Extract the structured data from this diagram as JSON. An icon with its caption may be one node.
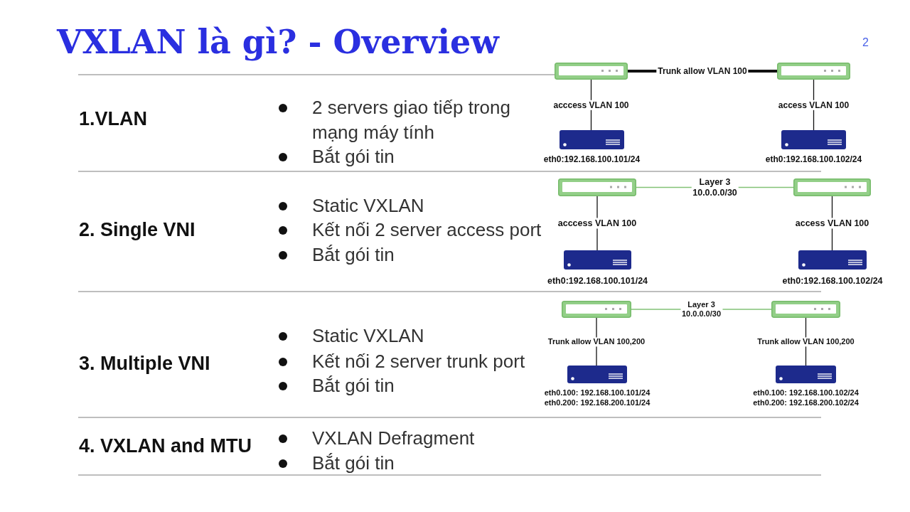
{
  "diagram": {
    "title": "VXLAN là gì? - Overview",
    "nodes": [
      {
        "text": [],
        "shape": "switch"
      },
      {
        "text": [],
        "shape": "switch"
      },
      {
        "text": [],
        "shape": "server",
        "beside": [
          "eth0:192.168.100.101/24"
        ]
      },
      {
        "text": [],
        "shape": "server",
        "beside": [
          "eth0:192.168.100.102/24"
        ]
      },
      {
        "text": [],
        "shape": "switch"
      },
      {
        "text": [],
        "shape": "switch"
      },
      {
        "text": [],
        "shape": "server",
        "beside": [
          "eth0:192.168.100.101/24"
        ]
      },
      {
        "text": [],
        "shape": "server",
        "beside": [
          "eth0:192.168.100.102/24"
        ]
      },
      {
        "text": [],
        "shape": "switch"
      },
      {
        "text": [],
        "shape": "switch"
      },
      {
        "text": [],
        "shape": "server",
        "beside": [
          "eth0.100: 192.168.100.101/24",
          "eth0.200: 192.168.200.101/24"
        ]
      },
      {
        "text": [],
        "shape": "server",
        "beside": [
          "eth0.100: 192.168.100.102/24",
          "eth0.200: 192.168.200.102/24"
        ]
      }
    ],
    "edges": [
      {
        "from": 0,
        "to": 1,
        "arrow": "none",
        "label": "Trunk allow VLAN 100",
        "style": "thick"
      },
      {
        "from": 0,
        "to": 2,
        "arrow": "none",
        "label": "acccess VLAN 100"
      },
      {
        "from": 1,
        "to": 3,
        "arrow": "none",
        "label": "access VLAN 100"
      },
      {
        "from": 4,
        "to": 5,
        "arrow": "none",
        "label": "Layer 3 10.0.0.0/30",
        "color": "#82c276"
      },
      {
        "from": 4,
        "to": 6,
        "arrow": "none",
        "label": "acccess VLAN 100"
      },
      {
        "from": 5,
        "to": 7,
        "arrow": "none",
        "label": "access VLAN 100"
      },
      {
        "from": 8,
        "to": 9,
        "arrow": "none",
        "label": "Layer 3 10.0.0.0/30",
        "color": "#82c276"
      },
      {
        "from": 8,
        "to": 10,
        "arrow": "none",
        "label": "Trunk allow VLAN 100,200"
      },
      {
        "from": 9,
        "to": 11,
        "arrow": "none",
        "label": "Trunk allow VLAN 100,200"
      }
    ],
    "labels": [
      "2",
      "1.VLAN",
      "2 servers giao tiếp trong mạng máy tính",
      "Bắt gói tin",
      "2. Single VNI",
      "Static VXLAN",
      "Kết nối 2 server access port",
      "Bắt gói tin",
      "3. Multiple VNI",
      "Static VXLAN",
      "Kết nối 2 server trunk port",
      "Bắt gói tin",
      "4. VXLAN and MTU",
      "VXLAN Defragment",
      "Bắt gói tin"
    ]
  }
}
